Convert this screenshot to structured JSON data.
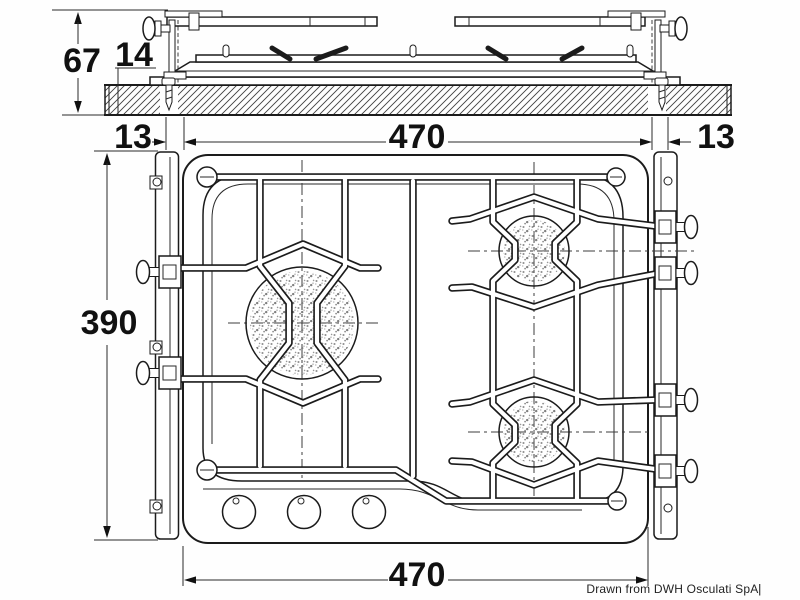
{
  "dims": {
    "overall_height": "67",
    "surface_height": "14",
    "overhang_left": "13",
    "cutout_width_top": "470",
    "overhang_right": "13",
    "depth": "390",
    "cutout_width_bottom": "470"
  },
  "credit": {
    "text": "Drawn from DWH Osculati SpA",
    "cursor": "|"
  }
}
